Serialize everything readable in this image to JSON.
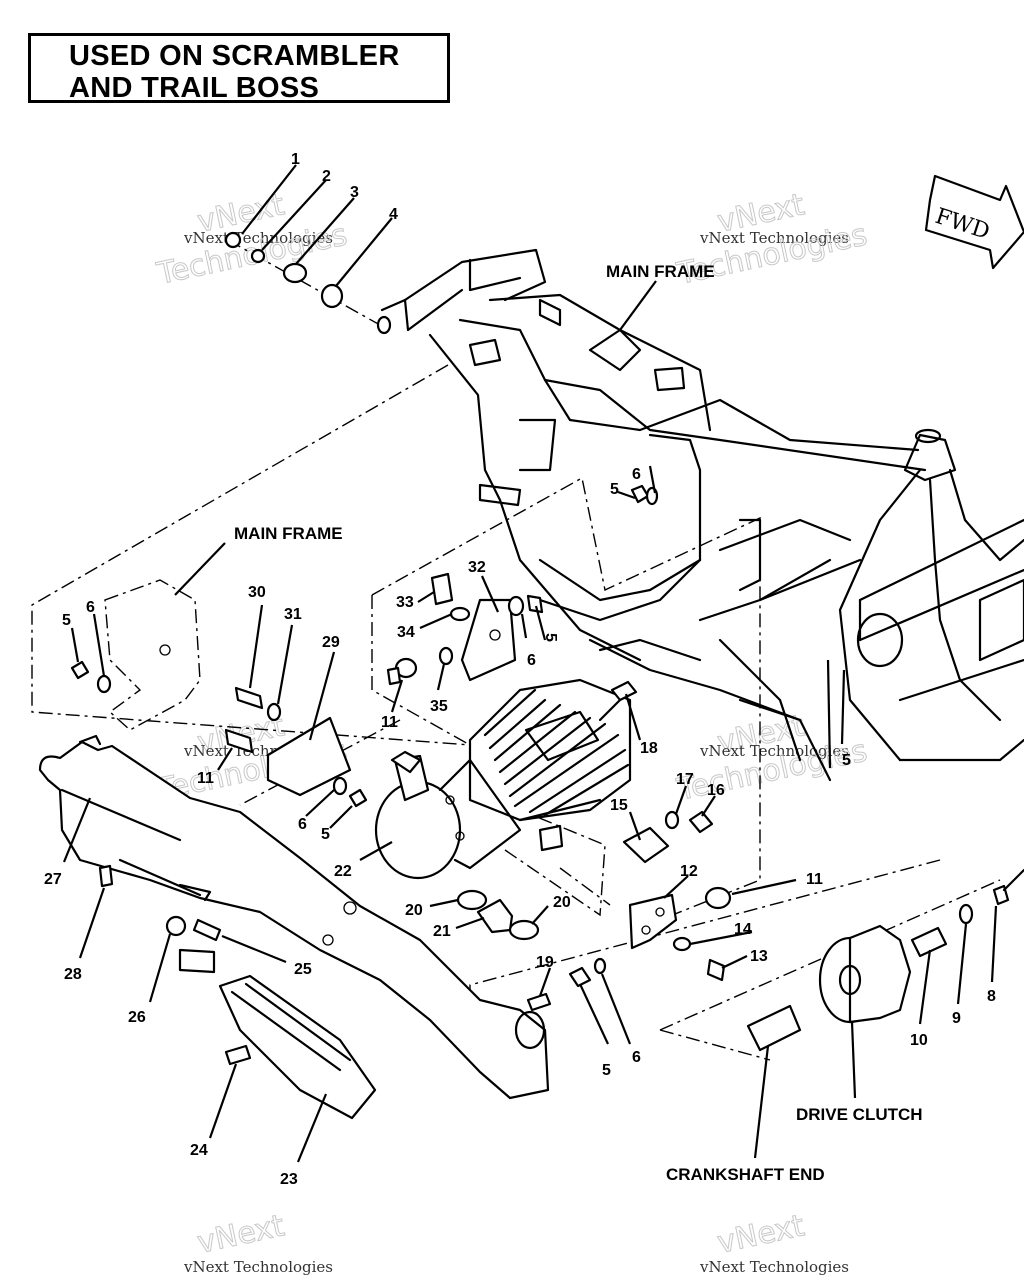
{
  "title": {
    "line1": "USED ON SCRAMBLER",
    "line2": "AND TRAIL BOSS"
  },
  "direction_arrow": "FWD",
  "labels": {
    "main_frame_top": "MAIN FRAME",
    "main_frame_left": "MAIN FRAME",
    "drive_clutch": "DRIVE CLUTCH",
    "crankshaft_end": "CRANKSHAFT END"
  },
  "watermark": {
    "line1": "vNext",
    "line2": "vNext Technologies",
    "line3": "Technologies"
  },
  "callouts": [
    "1",
    "2",
    "3",
    "4",
    "6",
    "5",
    "32",
    "33",
    "34",
    "5",
    "6",
    "35",
    "11",
    "18",
    "30",
    "31",
    "29",
    "5",
    "6",
    "11",
    "6",
    "5",
    "5",
    "17",
    "16",
    "15",
    "22",
    "11",
    "12",
    "20",
    "20",
    "21",
    "14",
    "13",
    "19",
    "5",
    "6",
    "8",
    "9",
    "10",
    "27",
    "28",
    "25",
    "26",
    "24",
    "23"
  ]
}
